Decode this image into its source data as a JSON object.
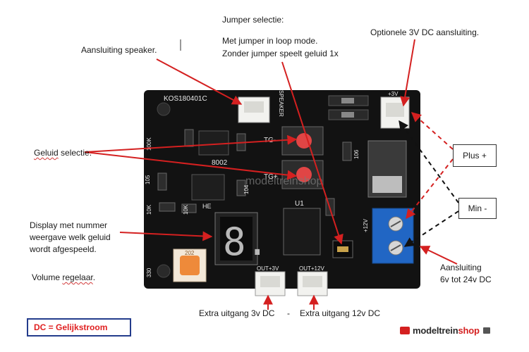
{
  "labels": {
    "jumper_title": "Jumper selectie:",
    "jumper_line1": "Met jumper in loop mode.",
    "jumper_line2": "Zonder jumper speelt geluid 1x",
    "speaker": "Aansluiting speaker.",
    "optional_3v": "Optionele 3V DC aansluiting.",
    "sound_select_word": "Geluid",
    "sound_select_rest": " selectie.",
    "display_line1": "Display met nummer",
    "display_line2": "weergave welk geluid",
    "display_line3": "wordt afgespeeld.",
    "volume_prefix": "Volume ",
    "volume_word": "regelaar",
    "volume_suffix": ".",
    "connection_line1": "Aansluiting",
    "connection_line2": "6v tot 24v DC",
    "out_3v": "Extra uitgang 3v DC",
    "dash": "-",
    "out_12v": "Extra uitgang 12v DC",
    "plus": "Plus +",
    "min": "Min -",
    "dc_legend": "DC = Gelijkstroom"
  },
  "logo": {
    "part1": "modeltrein",
    "part2": "shop"
  },
  "board_text": {
    "model": "KOS180401C",
    "speaker": "SPEAKER",
    "watermark": "modeltreinshop",
    "ic": "U1",
    "out3": "OUT+3V",
    "out12": "OUT+12V",
    "plus12": "+12V",
    "plus3": "+3V",
    "tg_top": "TG-",
    "tg_bottom": "TG+",
    "chip": "8002",
    "he": "HE",
    "r105": "105",
    "r10k_a": "10K",
    "r10k_b": "10K",
    "r100k": "100K",
    "r104": "104",
    "r106": "106",
    "r330": "330",
    "pot": "202",
    "seg": "8."
  },
  "colors": {
    "arrow": "#d42020",
    "pcb": "#121212",
    "terminal": "#2166c4",
    "legend_border": "#243c8c",
    "legend_text": "#e02020"
  }
}
